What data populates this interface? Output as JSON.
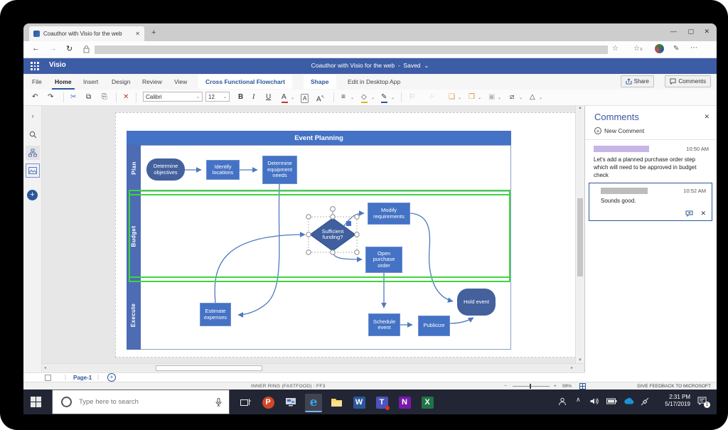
{
  "browser": {
    "tab": {
      "title": "Coauthor with Visio for the web",
      "close": "✕"
    },
    "new_tab": "+",
    "nav": {
      "back": "←",
      "forward": "→",
      "refresh": "↻"
    },
    "menu_dots": "⋯",
    "window": {
      "minimize": "—",
      "maximize": "▢",
      "close": "✕"
    }
  },
  "visio_header": {
    "brand": "Visio",
    "title": "Coauthor with Visio for the web",
    "separator": "-",
    "saved": "Saved",
    "chevron": "⌄"
  },
  "ribbon": {
    "tabs": [
      {
        "label": "File"
      },
      {
        "label": "Home"
      },
      {
        "label": "Insert"
      },
      {
        "label": "Design"
      },
      {
        "label": "Review"
      },
      {
        "label": "View"
      }
    ],
    "contextual_tabs": [
      {
        "label": "Cross Functional Flowchart"
      },
      {
        "label": "Shape"
      }
    ],
    "edit_in_desktop": "Edit in Desktop App",
    "share_label": "Share",
    "comments_label": "Comments"
  },
  "toolbar": {
    "font_name": "Calibri",
    "font_size": "12",
    "bold": "B",
    "italic": "I",
    "underline": "U",
    "font_color": "A",
    "text_block": "A",
    "grow_font": "A",
    "chevron": "⌄"
  },
  "icons": {
    "undo": "↶",
    "redo": "↷",
    "cut": "✂",
    "copy": "⧉",
    "paste": "⎘",
    "delete": "✕",
    "align": "≡",
    "fill": "◇",
    "line_color": "✎",
    "pointer_flag": "⚐",
    "connection_points": "⁘",
    "bring_forward": "❏",
    "send_backward": "❐",
    "group": "▣",
    "flip": "⧄",
    "change_shape": "△",
    "sidebar_expand": "›",
    "tray_chevron": "∧"
  },
  "diagram": {
    "title": "Event Planning",
    "lanes": [
      {
        "label": "Plan"
      },
      {
        "label": "Budget"
      },
      {
        "label": "Execute"
      }
    ],
    "shapes": [
      {
        "label": "Determine objectives"
      },
      {
        "label": "Identify locations"
      },
      {
        "label": "Determine equipment needs"
      },
      {
        "label": "Sufficient funding?"
      },
      {
        "label": "Modify requirements"
      },
      {
        "label": "Open purchase order"
      },
      {
        "label": "Estimate expenses"
      },
      {
        "label": "Schedule event"
      },
      {
        "label": "Publicize"
      },
      {
        "label": "Hold event"
      }
    ]
  },
  "comments_panel": {
    "title": "Comments",
    "close": "✕",
    "new_comment": "New Comment",
    "comments": [
      {
        "time": "10:50 AM",
        "text": "Let's add a planned purchase order step which will need to be approved in budget check"
      },
      {
        "time": "10:52 AM",
        "text": "Sounds good.",
        "delete": "✕"
      }
    ]
  },
  "pages": {
    "current": "Page-1",
    "add": "+"
  },
  "status_bar": {
    "info": "INNER RING (FASTFOOD) : FF3",
    "zoom_out": "−",
    "zoom_in": "+",
    "zoom_level": "99%",
    "feedback": "GIVE FEEDBACK TO MICROSOFT"
  },
  "taskbar": {
    "search_placeholder": "Type here to search",
    "clock": {
      "time": "2:31 PM",
      "date": "5/17/2019"
    },
    "badge": "1",
    "app_letters": {
      "powerpoint": "P",
      "edge": "e",
      "word": "W",
      "teams": "T",
      "onenote": "N",
      "excel": "X"
    }
  },
  "colors": {
    "accent": "#2b579a",
    "visio_header": "#3d5ca6",
    "shape_fill": "#4472c4",
    "shape_dark": "#44619e",
    "lane_strip": "#4d6cb3",
    "selection_green": "#3fd43f",
    "connector": "#4e79c0",
    "comment1_bar": "#c7b5e8",
    "comment2_bar": "#bdbdbd",
    "taskbar_bg": "#222634"
  }
}
